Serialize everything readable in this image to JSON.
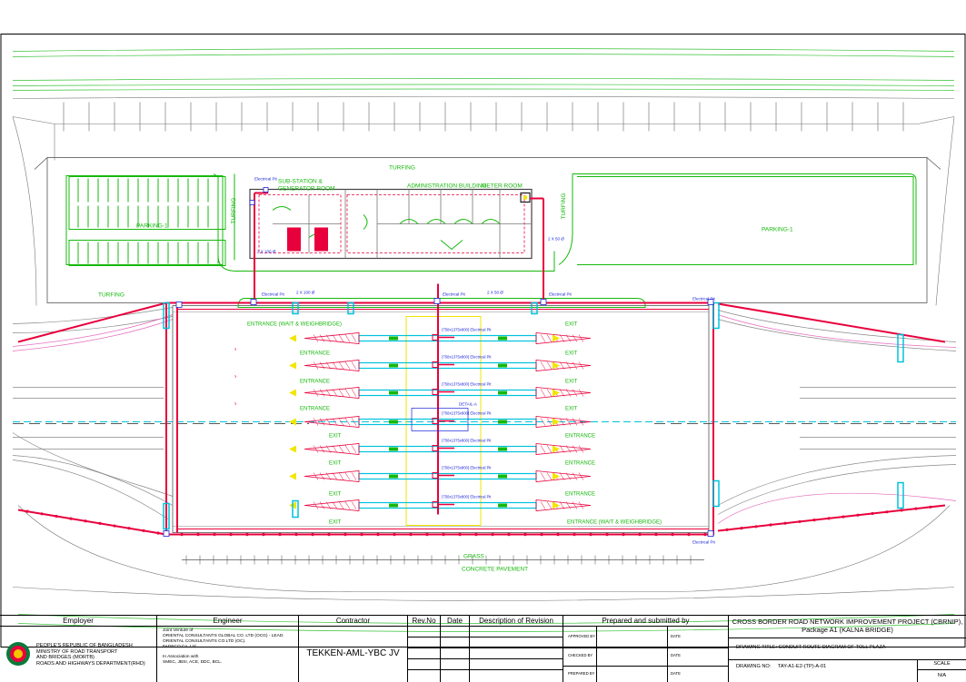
{
  "labels": {
    "turfing_top": "TURFING",
    "turfing_left_v": "TURFING",
    "turfing_right_v": "TURFING",
    "turfing_mid": "TURFING",
    "parking_left": "PARKING-1",
    "parking_right": "PARKING-1",
    "substation": "SUB-STATION &",
    "generator_room": "GENERATOR ROOM",
    "admin_building": "ADMINISTRATION BUILDING",
    "meter_room": "METER ROOM",
    "electrical_pit": "Electrical Pit",
    "cond_a": "2 X 100 Ø",
    "cond_b": "2 X 50 Ø",
    "cond_c": "2 X 100 Ø",
    "cond_d": "2 X 50 Ø",
    "pit_label": "(750x1375x800) Electrical Pit",
    "detail": "DETAIL-A",
    "entrance_hwy": "ENTRANCE (WAIT & WEIGHBRIDGE)",
    "entrance": "ENTRANCE",
    "exit": "EXIT",
    "grass": "GRASS",
    "concrete": "CONCRETE PAVEMENT"
  },
  "title_block": {
    "employer_header": "Employer",
    "employer_lines": [
      "PEOPLE'S REPUBLIC OF BANGLADESH",
      "MINISTRY OF ROAD TRANSPORT",
      "AND BRIDGES (MORTB)",
      "ROADS AND HIGHWAYS DEPARTMENT(RHD)"
    ],
    "engineer_header": "Engineer",
    "engineer_lines": [
      "Joint Venture of",
      "ORIENTAL CONSULTANTS GLOBAL CO. LTD (OCG) - LEAD.",
      "ORIENTAL CONSULTANTS CO.LTD (OC).",
      "FADECO Co. Ltd.",
      "",
      "In Association with",
      "SMEC, JBSI, ACE, DDC, BCL."
    ],
    "contractor_header": "Contractor",
    "contractor_name": "TEKKEN-AML-YBC JV",
    "rev_no_header": "Rev.No",
    "date_header": "Date",
    "desc_header": "Description of Revision",
    "prepared_header": "Prepared and submitted by",
    "approved_by": "APPROVED BY",
    "checked_by": "CHECKED BY",
    "prepared_by": "PREPARED BY",
    "date_label": "DATE",
    "project_title": "CROSS BORDER ROAD NETWORK IMPROVEMENT PROJECT (CBRNIP),",
    "package": "Package A1 (KALNA BRIDGE)",
    "drawing_title_label": "DRAWING TITLE:",
    "drawing_title": "CONDUIT ROUTE DIAGRAM OF TOLL PLAZA",
    "drawing_no_label": "DRAWING NO:",
    "drawing_no": "TAY-A1-E2-(TP)-A-01",
    "scale_label": "SCALE",
    "scale_value": "N/A"
  },
  "colors": {
    "conduit": "#e8003c",
    "lane": "#00d4e6",
    "green": "#12b40a",
    "yellow": "#f2e600",
    "road_line": "#666666",
    "blue": "#1a24d8"
  }
}
